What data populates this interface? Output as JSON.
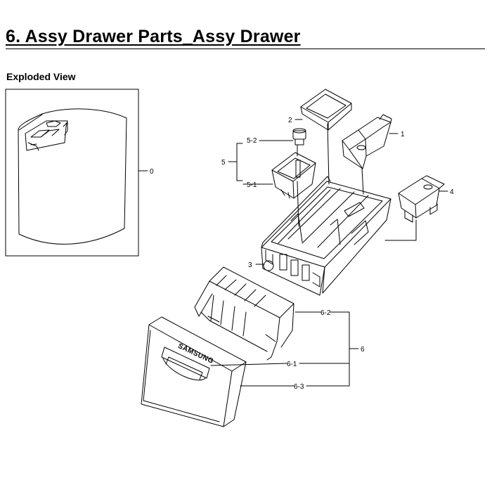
{
  "header": {
    "title": "6.  Assy Drawer Parts_Assy Drawer",
    "subtitle": "Exploded View"
  },
  "brand": "SAMSUNG",
  "callouts": {
    "c0": "0",
    "c1": "1",
    "c2": "2",
    "c3": "3",
    "c4": "4",
    "c5": "5",
    "c5_1": "5-1",
    "c5_2": "5-2",
    "c6": "6",
    "c6_1": "6-1",
    "c6_2": "6-2",
    "c6_3": "6-3"
  }
}
